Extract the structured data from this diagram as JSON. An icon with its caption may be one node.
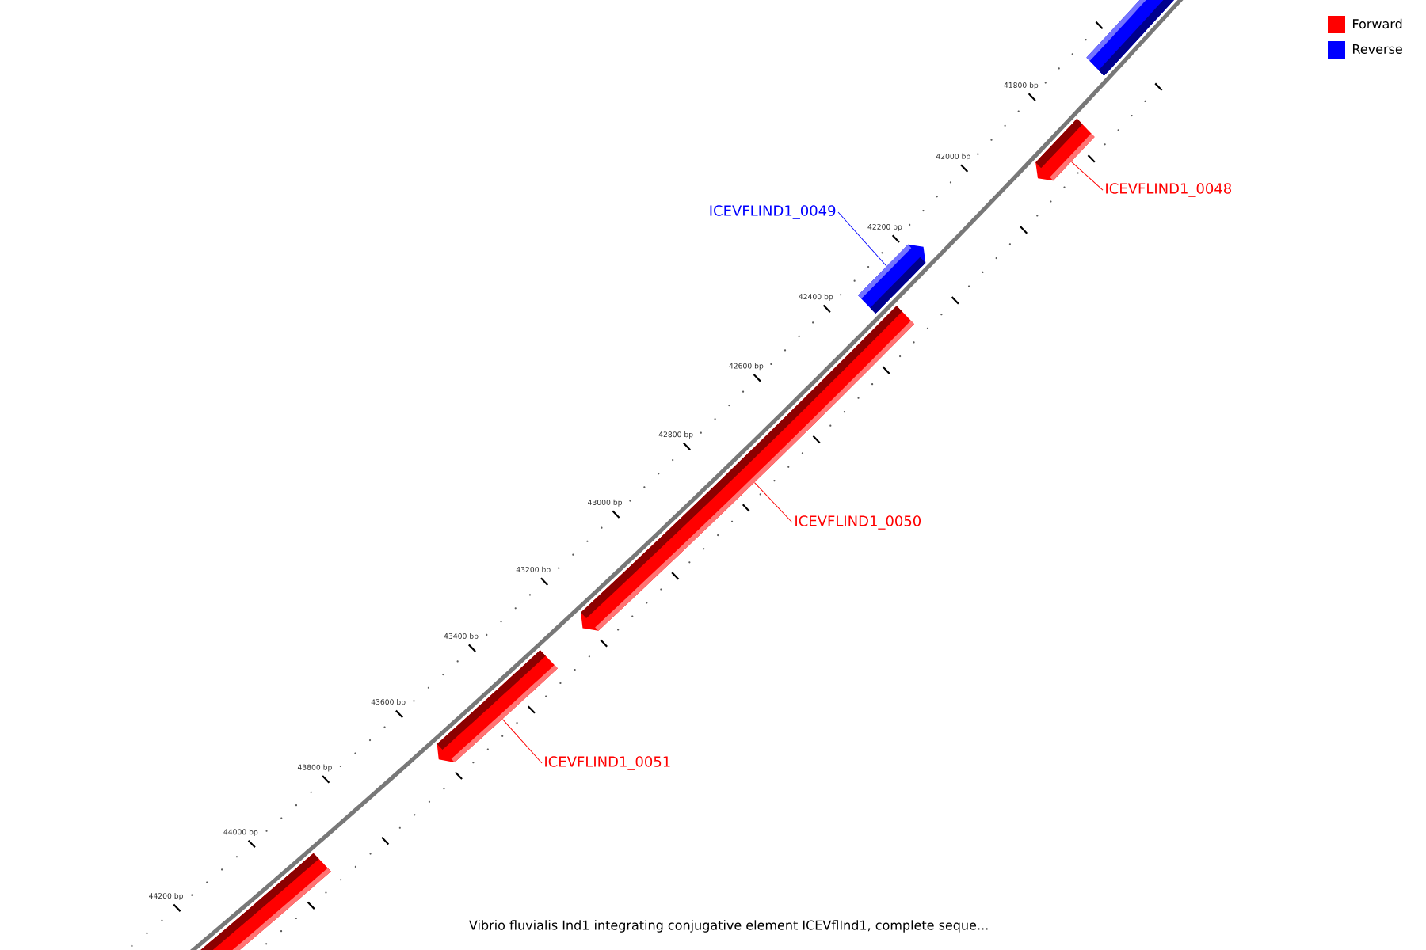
{
  "diagram": {
    "caption": "Vibrio fluvialis Ind1 integrating conjugative element ICEVflInd1, complete seque...",
    "nodes": [
      {
        "text": [],
        "shape": "arrow"
      },
      {
        "text": [],
        "shape": "arrow"
      },
      {
        "text": [
          "ICEVFLIND1_0048"
        ]
      },
      {
        "text": [],
        "shape": "arrow"
      },
      {
        "text": [
          "ICEVFLIND1_0049"
        ]
      },
      {
        "text": [],
        "shape": "arrow"
      },
      {
        "text": [
          "ICEVFLIND1_0050"
        ]
      },
      {
        "text": [],
        "shape": "arrow"
      },
      {
        "text": [
          "ICEVFLIND1_0051"
        ]
      },
      {
        "text": [],
        "shape": "arrow"
      }
    ],
    "edges": [
      {
        "from": 2,
        "to": 1,
        "arrow": "none"
      },
      {
        "from": 4,
        "to": 3,
        "arrow": "none",
        "color": "#0000ff"
      },
      {
        "from": 6,
        "to": 5,
        "arrow": "none"
      },
      {
        "from": 8,
        "to": 7,
        "arrow": "none"
      }
    ],
    "labels": [
      "41800 bp",
      "42000 bp",
      "42200 bp",
      "42400 bp",
      "42600 bp",
      "42800 bp",
      "43000 bp",
      "43200 bp",
      "43400 bp",
      "43600 bp",
      "43800 bp",
      "44000 bp",
      "44200 bp"
    ],
    "legend": [
      {
        "text": "Forward",
        "color": "#ff0000"
      },
      {
        "text": "Reverse",
        "color": "#0000ff"
      }
    ]
  }
}
